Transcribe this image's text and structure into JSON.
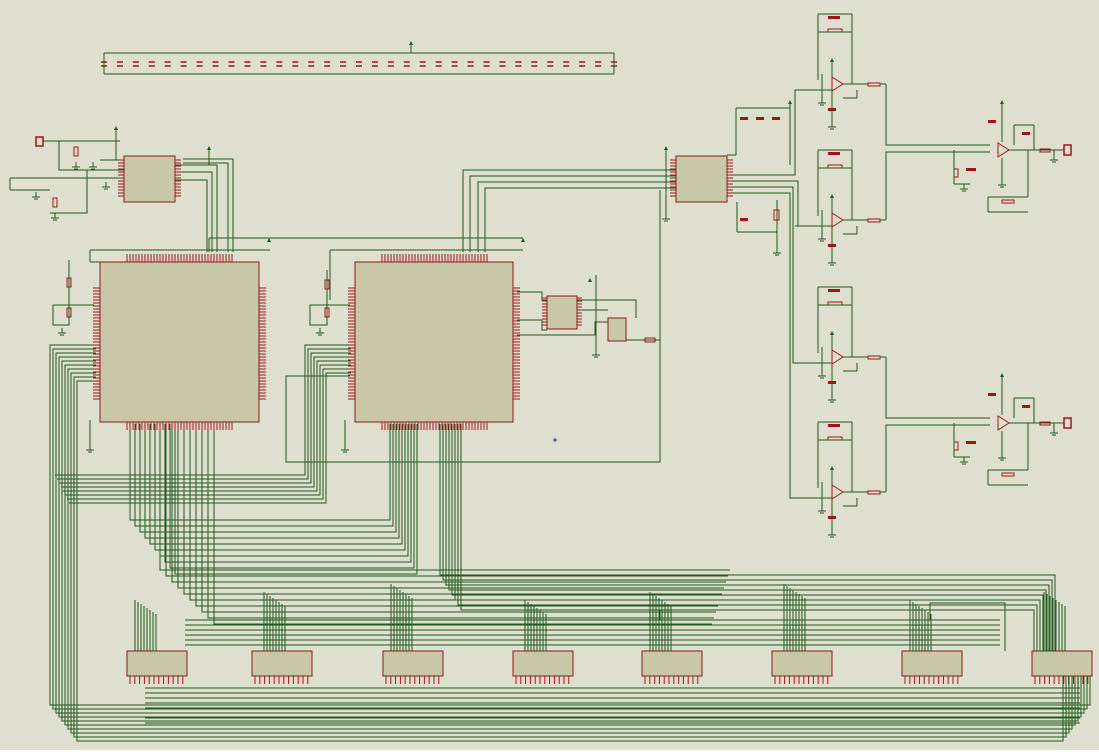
{
  "schematic": {
    "background": "#DFDFCF",
    "colors": {
      "wire": "#1F5A1F",
      "chip_fill": "#C8C8A8",
      "chip_outline": "#8B1A1A",
      "pin": "#A31515",
      "passive": "#A31515"
    },
    "components": {
      "mcu_chips": [
        "mcu-left",
        "mcu-right"
      ],
      "bottom_ic_count": 8,
      "opamp_stage_count": 4,
      "output_amp_count": 2,
      "capacitor_bank_count": 33
    }
  }
}
